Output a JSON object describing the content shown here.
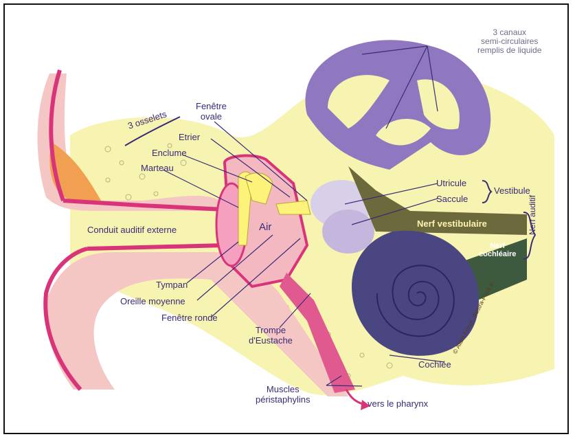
{
  "labels": {
    "canaux_line1": "3 canaux",
    "canaux_line2": "semi-circulaires",
    "canaux_line3": "remplis de liquide",
    "fenetre_ovale_1": "Fenêtre",
    "fenetre_ovale_2": "ovale",
    "osselets": "3 osselets",
    "etrier": "Etrier",
    "enclume": "Enclume",
    "marteau": "Marteau",
    "conduit": "Conduit auditif externe",
    "air": "Air",
    "utricule": "Utricule",
    "saccule": "Saccule",
    "vestibule": "Vestibule",
    "nerf_vestibulaire": "Nerf vestibulaire",
    "nerf_auditif_1": "Nerf",
    "nerf_auditif_2": "auditif",
    "nerf_cochleaire_1": "Nerf",
    "nerf_cochleaire_2": "cochléaire",
    "tympan": "Tympan",
    "oreille_moyenne": "Oreille moyenne",
    "fenetre_ronde": "Fenêtre ronde",
    "trompe_1": "Trompe",
    "trompe_2": "d'Eustache",
    "cochlee": "Cochlée",
    "muscles_1": "Muscles",
    "muscles_2": "péristaphylins",
    "pharynx": "vers le pharynx",
    "credit": "© Alain Fonot, Illustra-Pack II"
  },
  "colors": {
    "bone": "#f7f3b0",
    "canal_purple": "#8f78c0",
    "skin_pink": "#f5c7c4",
    "ear_magenta": "#d9347a",
    "cochlea": "#4a4682",
    "nerve_olive": "#6c6a3c",
    "label_navy": "#3a2a78"
  }
}
